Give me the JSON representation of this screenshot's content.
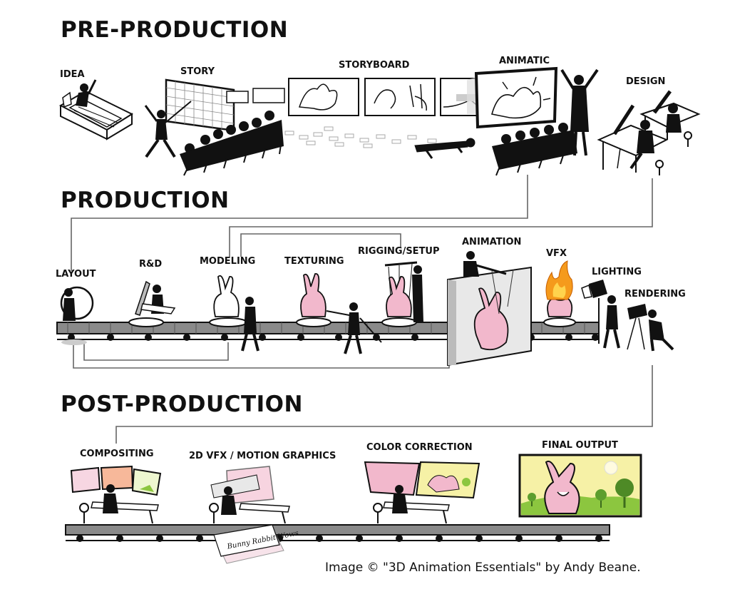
{
  "sections": {
    "pre_production": "PRE-PRODUCTION",
    "production": "PRODUCTION",
    "post_production": "POST-PRODUCTION"
  },
  "pre_production_stages": {
    "idea": "IDEA",
    "story": "STORY",
    "storyboard": "STORYBOARD",
    "animatic": "ANIMATIC",
    "design": "DESIGN"
  },
  "production_stages": {
    "layout": "LAYOUT",
    "rnd": "R&D",
    "modeling": "MODELING",
    "texturing": "TEXTURING",
    "rigging": "RIGGING/SETUP",
    "animation": "ANIMATION",
    "vfx": "VFX",
    "lighting": "LIGHTING",
    "rendering": "RENDERING"
  },
  "post_production_stages": {
    "compositing": "COMPOSITING",
    "motion_graphics": "2D VFX / MOTION GRAPHICS",
    "color_correction": "COLOR CORRECTION",
    "final_output": "FINAL OUTPUT"
  },
  "signature": "Bunny Rabbit Wows",
  "credit": "Image © \"3D Animation Essentials\" by Andy Beane.",
  "colors": {
    "ink": "#111111",
    "bunny_pink": "#f2b8cc",
    "fire_orange": "#f59a1c",
    "grass_green": "#8cc63f",
    "sky_yellow": "#f6f1a6",
    "belt_gray": "#8a8a8a"
  }
}
